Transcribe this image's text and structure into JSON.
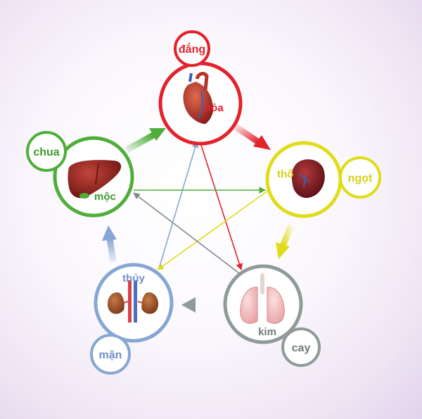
{
  "elements": {
    "hoa": {
      "name": "hỏa",
      "taste": "đắng",
      "color": "#e3222b",
      "organ": "heart-icon"
    },
    "tho": {
      "name": "thổ",
      "taste": "ngọt",
      "color": "#e0dc1a",
      "organ": "spleen-icon"
    },
    "kim": {
      "name": "kim",
      "taste": "cay",
      "color": "#8f9a99",
      "organ": "lungs-icon"
    },
    "thuy": {
      "name": "thủy",
      "taste": "mặn",
      "color": "#86a6d3",
      "organ": "kidneys-icon"
    },
    "moc": {
      "name": "mộc",
      "taste": "chua",
      "color": "#4fae3a",
      "organ": "liver-icon"
    }
  }
}
